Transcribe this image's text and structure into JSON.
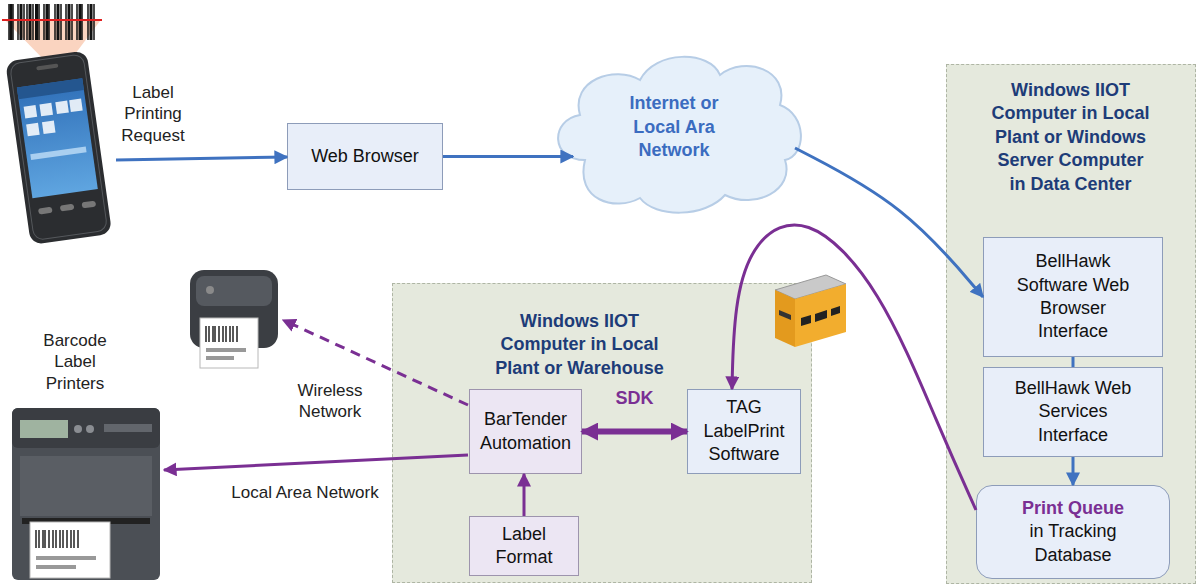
{
  "diagram": {
    "nodes": [
      {
        "text": [
          "Web Browser"
        ]
      },
      {
        "text": [
          "Internet or Local Ara Network"
        ]
      },
      {
        "text": [
          "Windows IIOT Computer in Local Plant or Windows Server Computer in Data Center"
        ]
      },
      {
        "text": [
          "BellHawk Software Web Browser Interface"
        ],
        "in": 2
      },
      {
        "text": [
          "BellHawk Web Services Interface"
        ],
        "in": 2
      },
      {
        "text": [
          "Print Queue",
          "in Tracking Database"
        ],
        "in": 2
      },
      {
        "text": [
          "Windows IIOT Computer in Local Plant or Warehouse"
        ]
      },
      {
        "text": [
          "BarTender Automation"
        ],
        "in": 6
      },
      {
        "text": [
          "TAG LabelPrint Software"
        ],
        "in": 6
      },
      {
        "text": [
          "Label Format"
        ],
        "in": 6
      }
    ],
    "edges": [
      {
        "from": 0,
        "to": 1,
        "arrow": "to"
      },
      {
        "from": 1,
        "to": 3,
        "arrow": "to"
      },
      {
        "from": 3,
        "to": 4,
        "arrow": "none"
      },
      {
        "from": 4,
        "to": 5,
        "arrow": "to"
      },
      {
        "from": 5,
        "to": 8,
        "arrow": "to"
      },
      {
        "from": 7,
        "to": 8,
        "label": "SDK",
        "arrow": "both"
      },
      {
        "from": 9,
        "to": 7,
        "arrow": "to"
      }
    ],
    "labels": [
      "Label Printing Request",
      "Barcode Label Printers",
      "Wireless Network",
      "Local Area Network"
    ]
  }
}
